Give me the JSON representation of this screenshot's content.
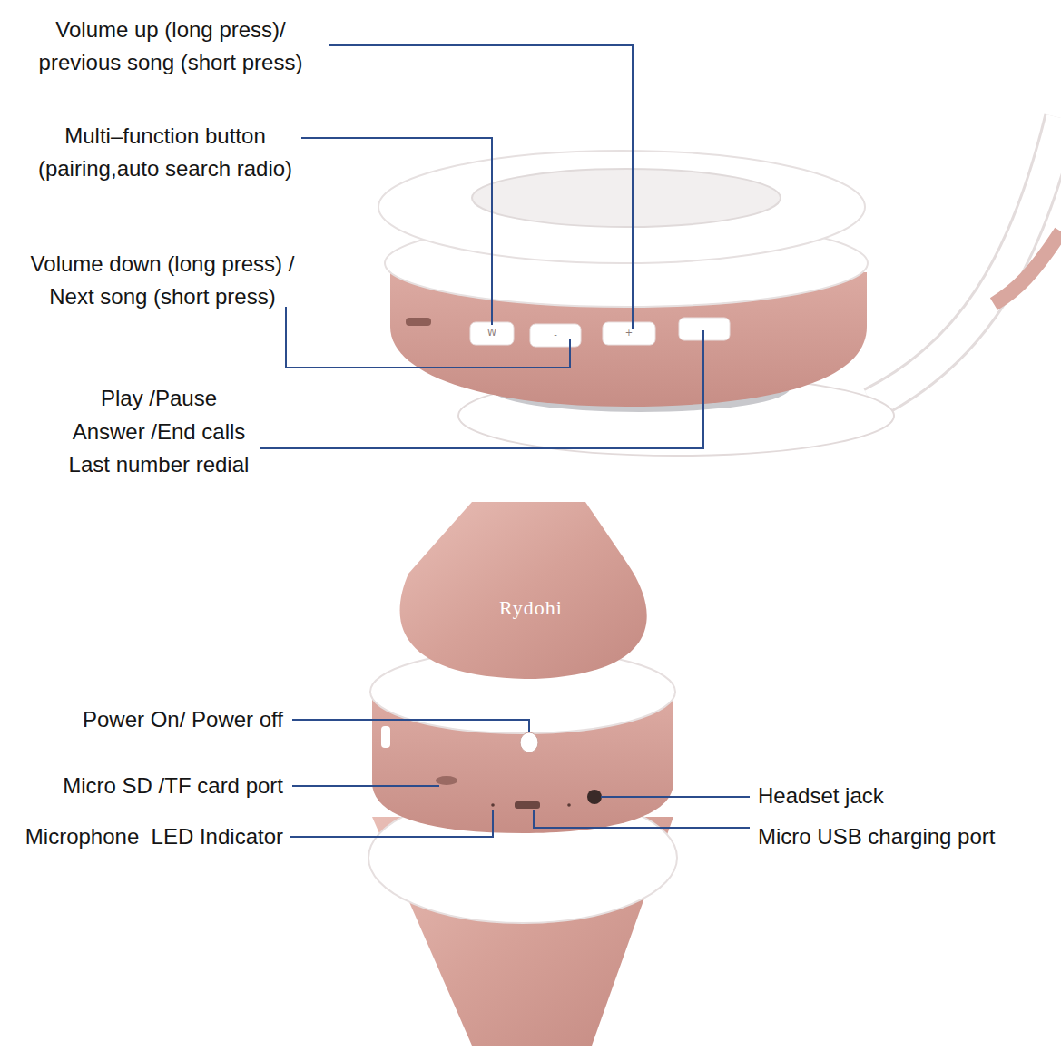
{
  "diagram": {
    "labels": [
      "Volume up (long press)/ previous song (short press)",
      "Multi–function button (pairing,auto search radio)",
      "Volume down (long press) / Next song (short press)",
      "Play /Pause",
      "Answer /End calls",
      "Last number redial",
      "Power On/ Power off",
      "Micro SD /TF card port",
      "Microphone  LED Indicator",
      "Headset jack",
      "Micro USB charging port",
      "Rydohi",
      "W",
      "-",
      "+"
    ]
  }
}
